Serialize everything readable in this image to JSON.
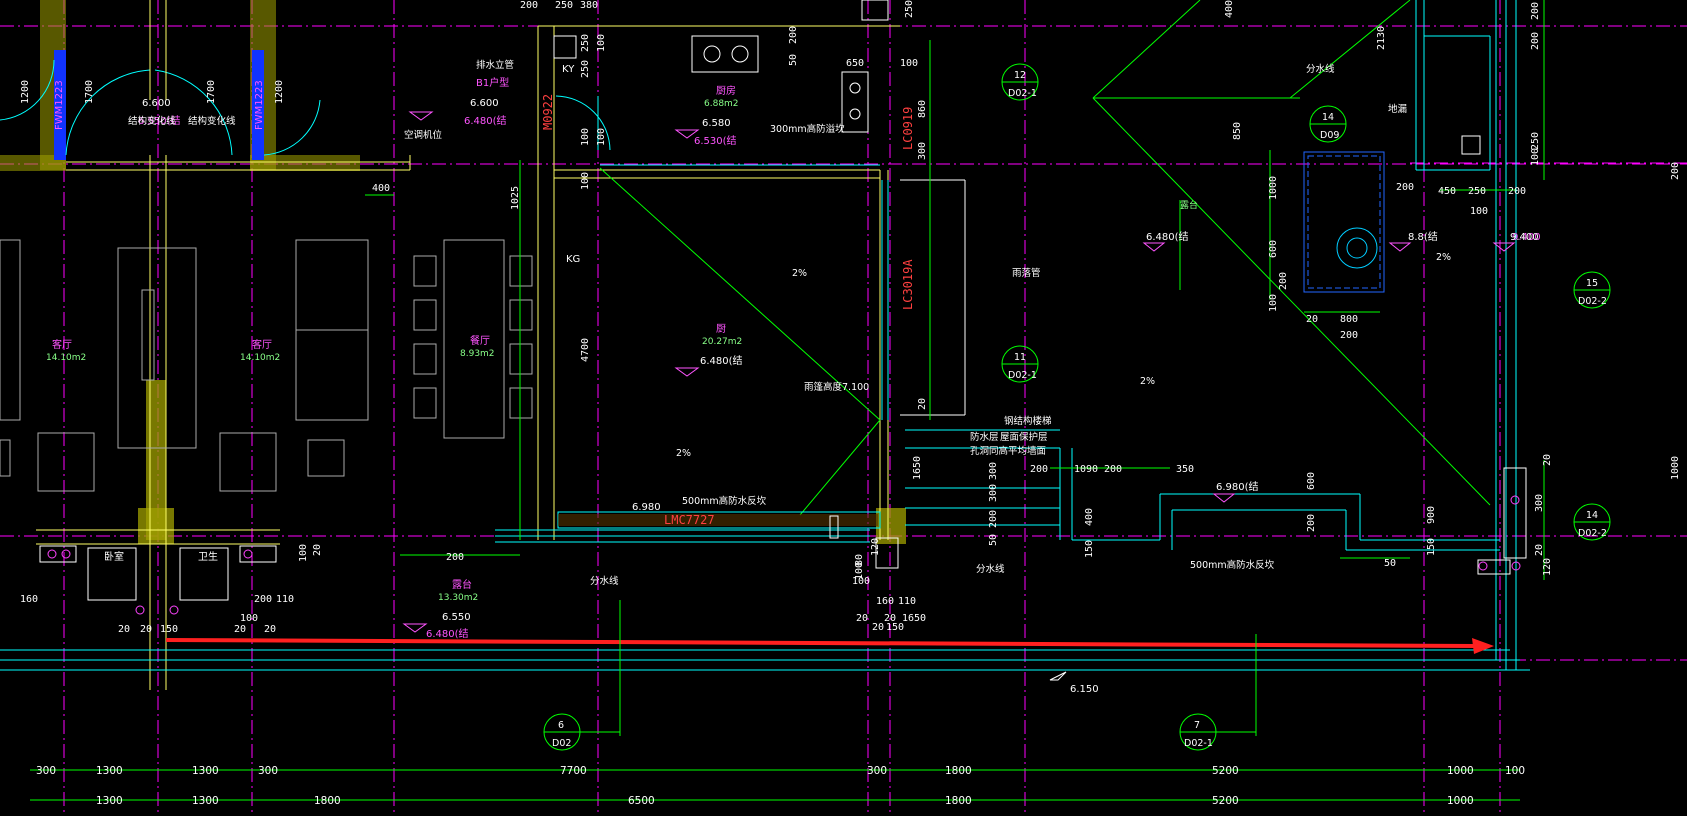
{
  "dims": {
    "row1": [
      "300",
      "1300",
      "1300",
      "300",
      "7700",
      "300",
      "1800",
      "5200",
      "1000",
      "100"
    ],
    "row2": [
      "1300",
      "1300",
      "1800",
      "6500",
      "1800",
      "5200",
      "1000"
    ],
    "top": [
      "200",
      "250",
      "380",
      "250",
      "100",
      "250",
      "100",
      "100",
      "100",
      "4700",
      "1025",
      "400",
      "200",
      "50",
      "650",
      "100",
      "850",
      "300",
      "860",
      "20",
      "2130",
      "1000",
      "600",
      "100",
      "200",
      "20",
      "800",
      "200",
      "200",
      "450",
      "250",
      "200",
      "100",
      "9.400",
      "200",
      "250",
      "100",
      "200",
      "1000",
      "80",
      "120",
      "100",
      "100",
      "160",
      "110",
      "20",
      "20",
      "150",
      "20",
      "1650",
      "200",
      "300",
      "300",
      "200",
      "50",
      "150",
      "400",
      "200",
      "1090",
      "200",
      "350",
      "200",
      "600",
      "50",
      "150",
      "900",
      "300",
      "20",
      "20",
      "120",
      "100",
      "20",
      "160",
      "200",
      "110",
      "20",
      "20",
      "150",
      "100",
      "20",
      "20"
    ],
    "misc": [
      "1200",
      "1700",
      "1700",
      "1200",
      "250",
      "400",
      "200",
      "1650"
    ]
  },
  "rooms": [
    {
      "name": "客厅",
      "area": "14.10m2"
    },
    {
      "name": "客厅",
      "area": "14.10m2"
    },
    {
      "name": "餐厅",
      "area": "8.93m2"
    },
    {
      "name": "厨",
      "area": "20.27m2"
    },
    {
      "name": "露台",
      "area": "13.30m2"
    },
    {
      "name": "厨房",
      "area": "6.88m2"
    },
    {
      "name": "露台",
      "area": ""
    },
    {
      "name": "卧室",
      "area": ""
    },
    {
      "name": "卫生",
      "area": ""
    }
  ],
  "levels": [
    "6.600",
    "6.550(结",
    "6.600",
    "6.480(结",
    "6.580",
    "6.530(结",
    "6.480(结",
    "6.980",
    "6.550",
    "6.480(结",
    "6.150",
    "6.480(结",
    "8.8(结",
    "9.400",
    "6.980(结"
  ],
  "labels": {
    "fwm1": "FWM1223",
    "fwm2": "FWM1223",
    "m0922": "M0922",
    "lc0919": "LC0919",
    "lc3019a": "LC3019A",
    "lmc": "LMC7727",
    "ky": "KY",
    "kg": "KG",
    "b1": "B1户型",
    "note_water": "排水立管",
    "note_struct1": "结构变化线",
    "note_struct2": "结构变化线",
    "note_300": "300mm高防溢坎",
    "note_500a": "500mm高防水反坎",
    "note_500b": "500mm高防水反坎",
    "note_fen": "分水线",
    "note_fen2": "分水线",
    "note_fen3": "分水线",
    "note_ac": "空调机位",
    "note_pipe": "雨落管",
    "note_drain": "地漏",
    "note_steel": "钢结构楼梯",
    "note_guard": "屋面保护层",
    "note_ceiling": "雨篷高度7.100",
    "note_floor": "防水层",
    "note_pan": "孔洞同高平均墙面",
    "slope1": "2%",
    "slope2": "2%",
    "slope3": "2%",
    "slope4": "2%"
  },
  "tags": [
    {
      "num": "12",
      "ref": "D02-1"
    },
    {
      "num": "11",
      "ref": "D02-1"
    },
    {
      "num": "14",
      "ref": "D09"
    },
    {
      "num": "15",
      "ref": "D02-2"
    },
    {
      "num": "14",
      "ref": "D02-2"
    },
    {
      "num": "6",
      "ref": "D02"
    },
    {
      "num": "7",
      "ref": "D02-1"
    }
  ],
  "colors": {
    "background": "#000000",
    "grid": "#ff00ff",
    "wall": "#ffff66",
    "dim": "#00ff00",
    "glass": "#00ffff",
    "arrow": "#ff2020"
  }
}
